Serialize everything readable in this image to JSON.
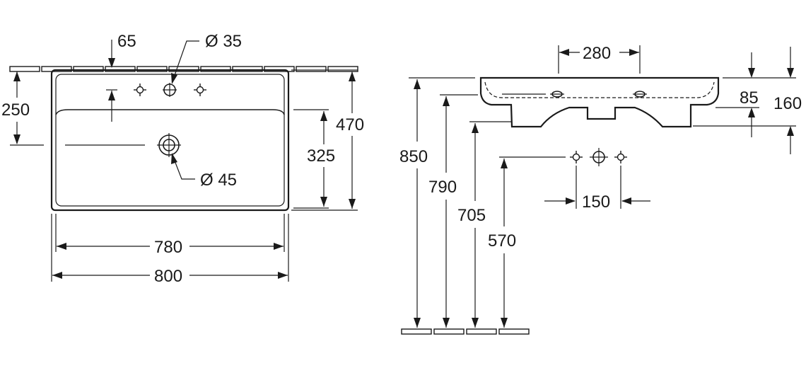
{
  "top_view": {
    "dim_tap_offset": "65",
    "dim_tap_hole": "Ø 35",
    "dim_waste_hole": "Ø 45",
    "dim_depth_to_tap": "250",
    "dim_bowl_depth": "325",
    "dim_total_depth": "470",
    "dim_bowl_width": "780",
    "dim_total_width": "800"
  },
  "side_view": {
    "dim_tap_spacing_top": "280",
    "dim_rim_height": "85",
    "dim_total_height": "160",
    "dim_height_850": "850",
    "dim_height_790": "790",
    "dim_height_705": "705",
    "dim_height_570": "570",
    "dim_tap_spacing": "150"
  }
}
